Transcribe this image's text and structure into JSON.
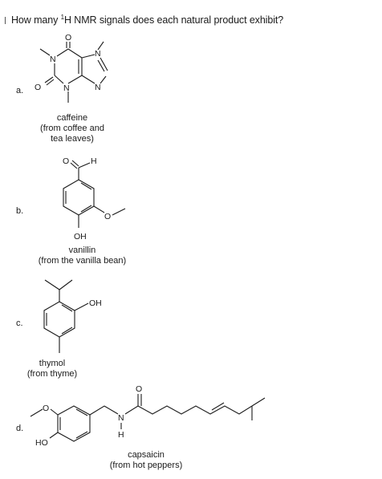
{
  "question": {
    "prefix": "How many ",
    "superscript": "1",
    "suffix": "H NMR signals does each natural product exhibit?"
  },
  "items": [
    {
      "label": "a.",
      "name": "caffeine",
      "source_lines": [
        "(from coffee and",
        "tea leaves)"
      ]
    },
    {
      "label": "b.",
      "name": "vanillin",
      "source_lines": [
        "(from the vanilla bean)"
      ]
    },
    {
      "label": "c.",
      "name": "thymol",
      "source_lines": [
        "(from thyme)"
      ]
    },
    {
      "label": "d.",
      "name": "capsaicin",
      "source_lines": [
        "(from hot peppers)"
      ]
    }
  ],
  "atoms": {
    "O": "O",
    "N": "N",
    "H": "H",
    "OH": "OH",
    "HO": "HO"
  }
}
